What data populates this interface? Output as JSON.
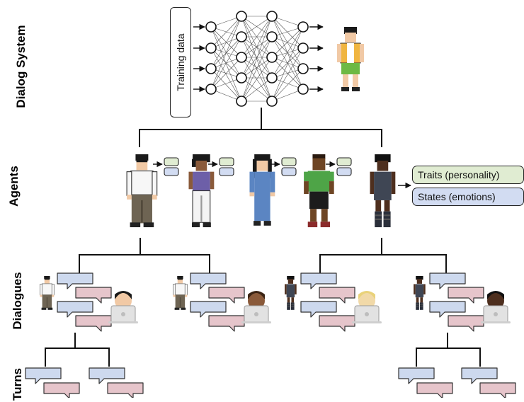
{
  "rows": {
    "dialog_system": "Dialog System",
    "agents": "Agents",
    "dialogues": "Dialogues",
    "turns": "Turns"
  },
  "training_data": "Training data",
  "attributes": {
    "traits": "Traits (personality)",
    "states": "States (emotions)"
  },
  "colors": {
    "traits": "#e0ecd2",
    "states": "#d2dcf2",
    "user_bubble": "#cdd9ee",
    "agent_bubble": "#e6c5cb"
  }
}
